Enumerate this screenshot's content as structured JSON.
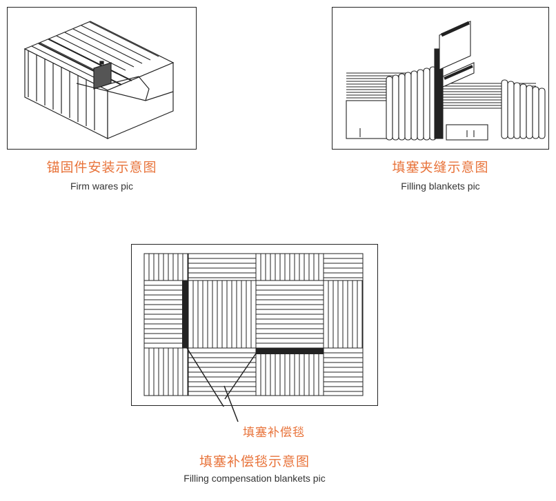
{
  "figures": [
    {
      "caption_zh": "锚固件安装示意图",
      "caption_en": "Firm wares pic"
    },
    {
      "caption_zh": "填塞夹缝示意图",
      "caption_en": "Filling blankets pic"
    },
    {
      "caption_zh": "填塞补偿毯示意图",
      "caption_en": "Filling compensation blankets pic",
      "callout": "填塞补偿毯"
    }
  ],
  "colors": {
    "caption_zh": "#e8733a",
    "caption_en": "#333333",
    "line": "#222222"
  }
}
